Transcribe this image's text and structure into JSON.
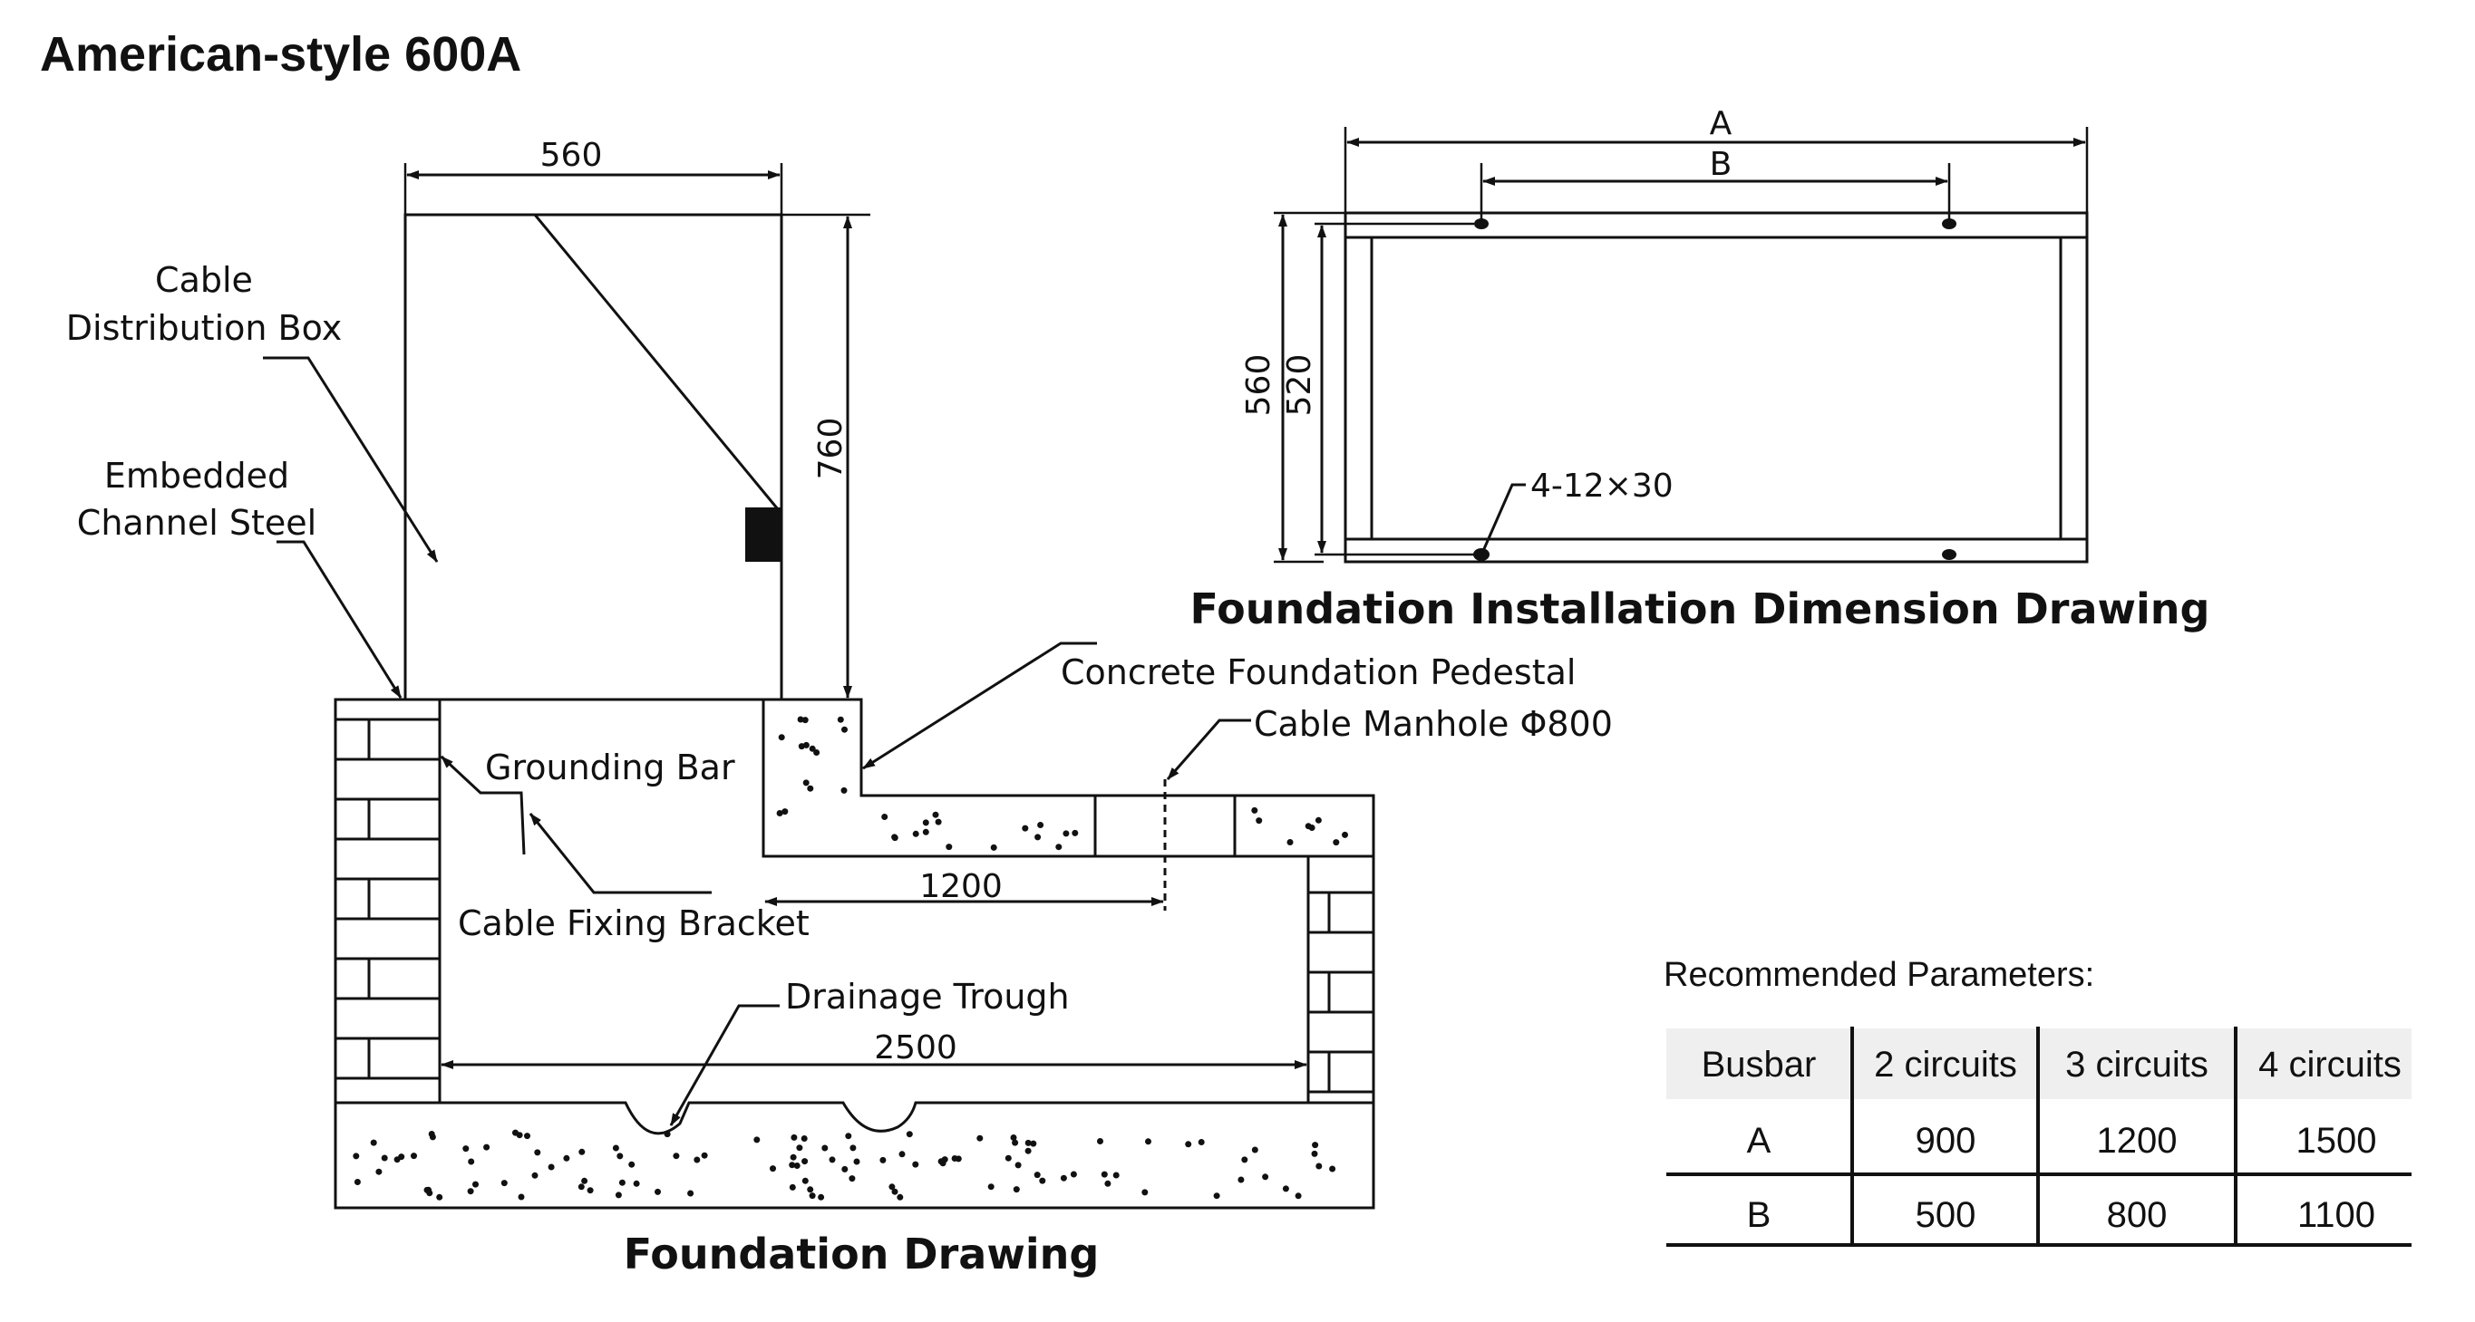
{
  "title": "American-style 600A",
  "foundation_drawing": {
    "caption": "Foundation Drawing",
    "labels": {
      "cable_distribution_box_line1": "Cable",
      "cable_distribution_box_line2": "Distribution Box",
      "embedded_channel_steel_line1": "Embedded",
      "embedded_channel_steel_line2": "Channel Steel",
      "grounding_bar": "Grounding Bar",
      "cable_fixing_bracket": "Cable Fixing Bracket",
      "concrete_foundation_pedestal": "Concrete Foundation Pedestal",
      "cable_manhole": "Cable Manhole Φ800",
      "drainage_trough": "Drainage Trough"
    },
    "dimensions": {
      "box_width": "560",
      "box_height": "760",
      "pedestal_to_manhole": "1200",
      "pit_width": "2500"
    }
  },
  "installation_drawing": {
    "caption": "Foundation Installation Dimension Drawing",
    "dimensions": {
      "outer_length": "A",
      "hole_spacing": "B",
      "outer_depth": "560",
      "hole_depth": "520",
      "holes": "4-12×30"
    }
  },
  "parameters_table": {
    "title": "Recommended Parameters:",
    "columns": [
      "Busbar",
      "2 circuits",
      "3 circuits",
      "4 circuits"
    ],
    "rows": [
      [
        "A",
        "900",
        "1200",
        "1500"
      ],
      [
        "B",
        "500",
        "800",
        "1100"
      ]
    ]
  }
}
